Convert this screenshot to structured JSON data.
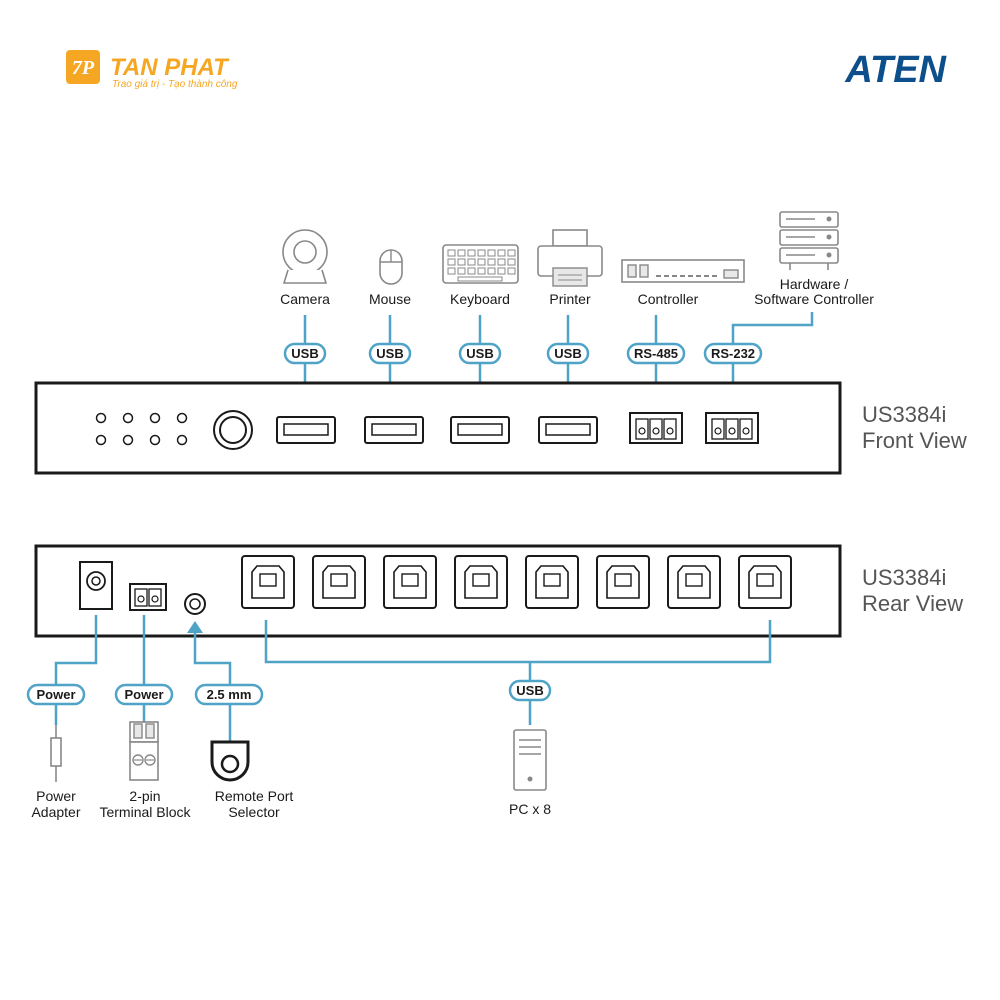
{
  "brand": {
    "name": "TAN PHAT",
    "tagline": "Trao giá trị - Tạo thành công",
    "aten_logo": "ATEN",
    "colors": {
      "tanphat": "#f5a623",
      "aten": "#0d4f8b"
    }
  },
  "colors": {
    "connector": "#4fa3c7",
    "chassis": "#1a1a1a",
    "device": "#888888"
  },
  "front": {
    "title_line1": "US3384i",
    "title_line2": "Front View",
    "devices": [
      {
        "label": "Camera",
        "icon": "camera-icon",
        "port": "USB"
      },
      {
        "label": "Mouse",
        "icon": "mouse-icon",
        "port": "USB"
      },
      {
        "label": "Keyboard",
        "icon": "keyboard-icon",
        "port": "USB"
      },
      {
        "label": "Printer",
        "icon": "printer-icon",
        "port": "USB"
      },
      {
        "label": "Controller",
        "icon": "controller-icon",
        "port": "RS-485"
      },
      {
        "label_line1": "Hardware /",
        "label_line2": "Software Controller",
        "icon": "server-icon",
        "port": "RS-232"
      }
    ]
  },
  "rear": {
    "title_line1": "US3384i",
    "title_line2": "Rear View",
    "pc_port_count": 8,
    "devices": [
      {
        "label_line1": "Power",
        "label_line2": "Adapter",
        "icon": "power-plug-icon",
        "port": "Power"
      },
      {
        "label_line1": "2-pin",
        "label_line2": "Terminal Block",
        "icon": "terminal-block-icon",
        "port": "Power"
      },
      {
        "label_line1": "Remote Port",
        "label_line2": "Selector",
        "icon": "remote-selector-icon",
        "port": "2.5 mm"
      },
      {
        "label": "PC x 8",
        "icon": "pc-tower-icon",
        "port": "USB"
      }
    ]
  }
}
